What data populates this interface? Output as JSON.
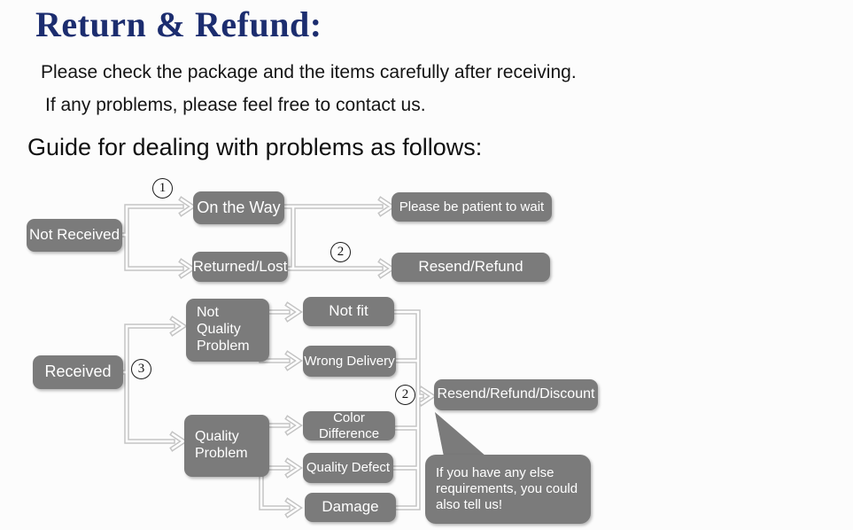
{
  "header": {
    "title": "Return & Refund:",
    "intro_line1": "Please check the package and the items carefully after receiving.",
    "intro_line2": "If any problems, please feel free to contact us.",
    "guide_heading": "Guide for dealing with problems as follows:"
  },
  "colors": {
    "title": "#1c2d6f",
    "node_fill": "#7b7b7b",
    "node_text": "#ffffff",
    "connector": "#c4c4c4"
  },
  "flowchart": {
    "nodes": {
      "not_received": {
        "label": "Not Received"
      },
      "on_the_way": {
        "label": "On the Way"
      },
      "returned_lost": {
        "label": "Returned/Lost"
      },
      "please_wait": {
        "label": "Please be patient to wait"
      },
      "resend_refund": {
        "label": "Resend/Refund"
      },
      "received": {
        "label": "Received"
      },
      "not_quality_problem": {
        "label": "Not\nQuality\nProblem"
      },
      "not_fit": {
        "label": "Not fit"
      },
      "wrong_delivery": {
        "label": "Wrong Delivery"
      },
      "quality_problem": {
        "label": "Quality\nProblem"
      },
      "color_difference": {
        "label": "Color Difference"
      },
      "quality_defect": {
        "label": "Quality Defect"
      },
      "damage": {
        "label": "Damage"
      },
      "resend_refund_discount": {
        "label": "Resend/Refund/Discount"
      }
    },
    "step_markers": {
      "step1": "1",
      "step2_upper": "2",
      "step3": "3",
      "step2_lower": "2"
    },
    "bubble_note": "If you have any else\nrequirements, you could\nalso tell us!"
  }
}
